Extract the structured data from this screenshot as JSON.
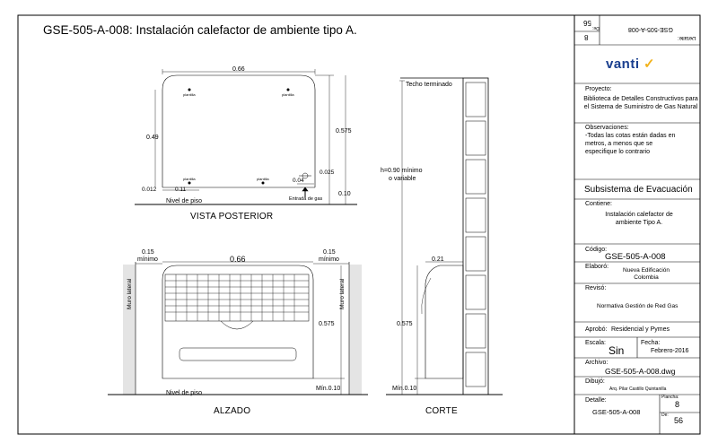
{
  "title": "GSE-505-A-008: Instalación calefactor de ambiente tipo A.",
  "views": {
    "rear": {
      "caption": "VISTA POSTERIOR",
      "dim_width": "0.66",
      "dim_height_left": "0.49",
      "dim_height_right": "0.575",
      "dim_bottom_right": "0.10",
      "dim_left_offset": "0.012",
      "dim_spacing": "0.11",
      "dim_small": "0.04",
      "dim_025": "0.025",
      "floor_label": "Nivel de piso",
      "gas_inlet": "Entrada de gas",
      "fixing_label": "plantilla"
    },
    "front": {
      "caption": "ALZADO",
      "min_left_value": "0.15",
      "min_left_word": "mínimo",
      "min_right_value": "0.15",
      "min_right_word": "mínimo",
      "dim_width": "0.66",
      "dim_height": "0.575",
      "dim_min": "Mín.0.10",
      "wall_label_left": "Muro lateral",
      "wall_label_right": "Muro lateral",
      "floor_label": "Nivel de piso"
    },
    "section": {
      "caption": "CORTE",
      "ceiling_label": "Techo terminado",
      "height_label": "h=0.90 mínimo",
      "height_sub": "o variable",
      "dim_depth": "0.21",
      "dim_height": "0.575",
      "dim_min": "Mín.0.10"
    }
  },
  "panel": {
    "top_code": "GSE-505-A-008",
    "top_label": "Detalle:",
    "top_sheet_label": "Plancha:",
    "top_sheet": "8",
    "top_of_label": "De:",
    "top_of": "56",
    "brand": "vanti",
    "project_label": "Proyecto:",
    "project_text": "Biblioteca de Detalles Constructivos para el Sistema de Suministro de Gas Natural",
    "notes_label": "Observaciones:",
    "notes_text": "-Todas las cotas están dadas en metros, a menos que se especifique lo contrario",
    "subsystem": "Subsistema de Evacuación",
    "content_label": "Contiene:",
    "content_text": "Instalación calefactor de ambiente Tipo A.",
    "code_label": "Código:",
    "code": "GSE-505-A-008",
    "made_label": "Elaboró:",
    "made_text": "Nueva Edificación Colombia",
    "reviewed_label": "Revisó:",
    "reviewed_text": "Normativa Gestión de Red Gas",
    "approved_label": "Aprobó:",
    "approved_text": "Residencial y Pymes",
    "scale_label": "Escala:",
    "scale_value": "Sin",
    "date_label": "Fecha:",
    "date_value": "Febrero-2016",
    "file_label": "Archivo:",
    "file_value": "GSE-505-A-008.dwg",
    "drawn_label": "Dibujó:",
    "drawn_value": "Arq. Pilar Castillo Quintanilla",
    "detail_label": "Detalle:",
    "detail_value": "GSE-505-A-008",
    "sheet_label": "Plancha:",
    "sheet_value": "8",
    "of_label": "De:",
    "of_value": "56"
  },
  "colors": {
    "brand": "#1a3f8f",
    "brand_check": "#f2b21b",
    "line": "#000000"
  }
}
